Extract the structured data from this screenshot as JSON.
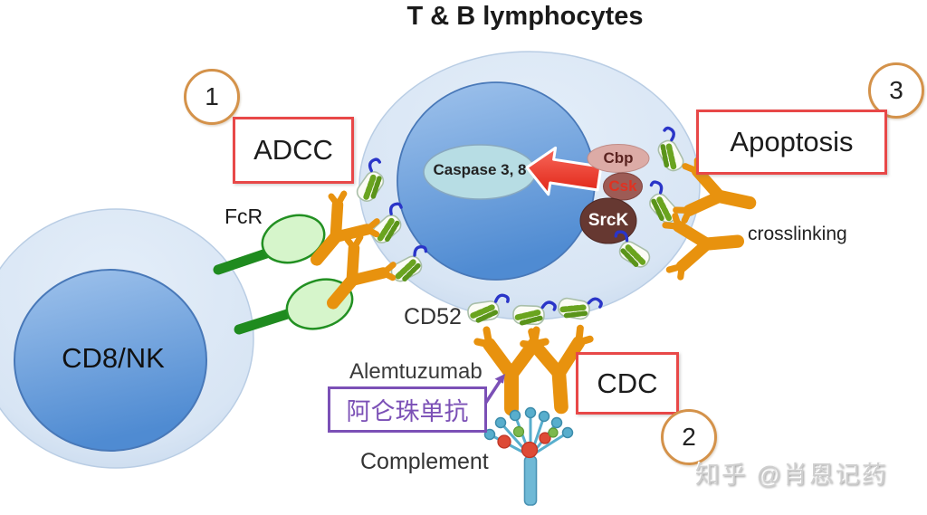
{
  "title": "T & B lymphocytes",
  "mechanisms": {
    "adcc": {
      "number": "1",
      "label": "ADCC"
    },
    "cdc": {
      "number": "2",
      "label": "CDC"
    },
    "apoptosis": {
      "number": "3",
      "label": "Apoptosis"
    }
  },
  "cells": {
    "effector_label": "CD8/NK",
    "caspase_label": "Caspase 3, 8"
  },
  "proteins": {
    "cbp": "Cbp",
    "csk": "Csk",
    "srck": "SrcK"
  },
  "labels": {
    "fcr": "FcR",
    "cd52": "CD52",
    "alemtuzumab": "Alemtuzumab",
    "alemtuzumab_zh": "阿仑珠单抗",
    "crosslinking": "crosslinking",
    "complement": "Complement"
  },
  "watermark": "知乎 @肖恩记药",
  "icons": {
    "antibody": "antibody-y-icon",
    "fcr_receptor": "fcr-receptor-icon",
    "cd52_antigen": "cd52-antigen-icon",
    "complement": "complement-icon",
    "red_arrow": "red-arrow-icon",
    "purple_arrow": "purple-arrow-icon"
  },
  "colors": {
    "box_border_red": "#e84848",
    "circle_border_orange": "#d4924a",
    "purple_accent": "#7b50b6",
    "antibody_orange": "#e8920e",
    "receptor_green": "#229022",
    "cell_blue": "#5a92d4",
    "arrow_red": "#ee3b2d",
    "watermark_gray": "#cfcfcf"
  }
}
